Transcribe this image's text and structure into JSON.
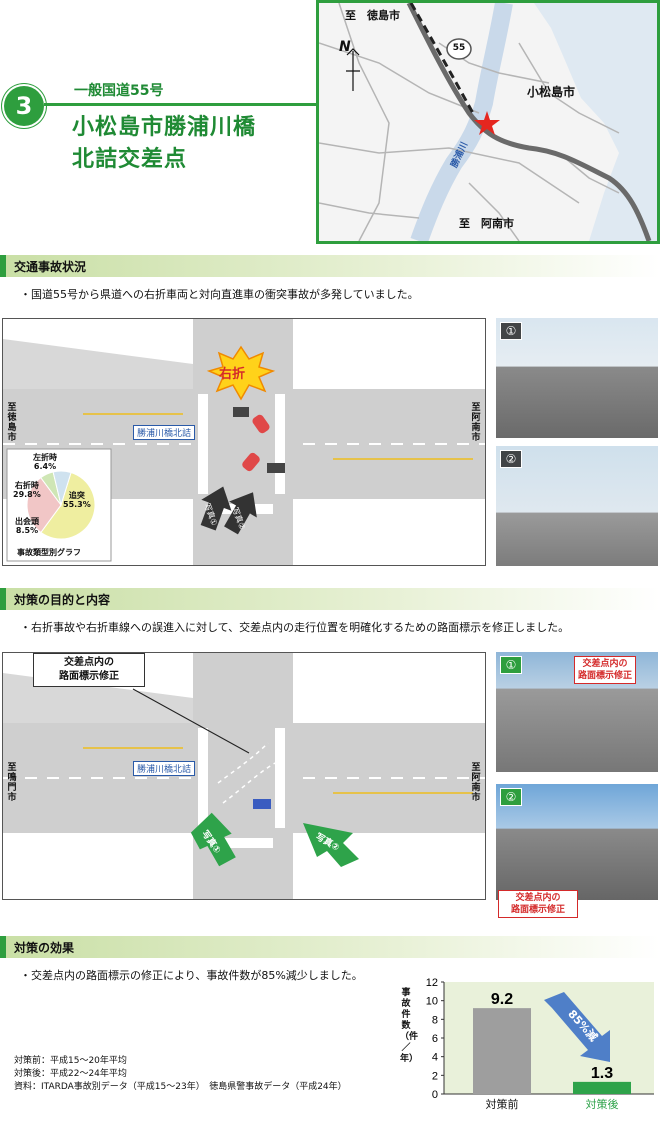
{
  "header": {
    "number": "3",
    "route": "一般国道55号",
    "place_line1": "小松島市勝浦川橋",
    "place_line2": "北詰交差点"
  },
  "map": {
    "to_north": "至　徳島市",
    "to_south": "至　阿南市",
    "city": "小松島市",
    "river": "勝浦川",
    "route_shield": "55",
    "north_mark": "N"
  },
  "sections": {
    "situation": "交通事故状況",
    "measures": "対策の目的と内容",
    "effect": "対策の効果"
  },
  "situation": {
    "text": "・国道55号から県道への右折車両と対向直進車の衝突事故が多発していました。",
    "right_turn_burst": "右折",
    "intersection_sign": "勝浦川橋北詰",
    "to_left": "至徳島市",
    "to_right": "至阿南市",
    "photo_arrow_1": "写真①",
    "photo_arrow_2": "写真②",
    "photo_1": "①",
    "photo_2": "②",
    "pie_caption": "事故類型別グラフ",
    "pie_legend": [
      {
        "label": "左折時",
        "value": "6.4%"
      },
      {
        "label": "右折時",
        "value": "29.8%"
      },
      {
        "label": "追突",
        "value": "55.3%"
      },
      {
        "label": "出会頭",
        "value": "8.5%"
      }
    ]
  },
  "measures": {
    "text": "・右折事故や右折車線への誤進入に対して、交差点内の走行位置を明確化するための路面標示を修正しました。",
    "callout": "交差点内の\n路面標示修正",
    "callout_line1": "交差点内の",
    "callout_line2": "路面標示修正",
    "intersection_sign": "勝浦川橋北詰",
    "to_left": "至鳴門市",
    "to_right": "至阿南市",
    "photo_arrow_1": "写真①",
    "photo_arrow_2": "写真②",
    "photo_1": "①",
    "photo_2": "②",
    "photo_callout_1a": "交差点内の",
    "photo_callout_1b": "路面標示修正",
    "photo_callout_2a": "交差点内の",
    "photo_callout_2b": "路面標示修正"
  },
  "effect": {
    "text": "・交差点内の路面標示の修正により、事故件数が85%減少しました。",
    "note_before": "対策前：平成15～20年平均",
    "note_after": "対策後：平成22～24年平均",
    "note_source": "資料：ITARDA事故別データ（平成15～23年）　徳島県警事故データ（平成24年）",
    "reduction": "85%減",
    "ylabel": "事故件数（件／年）"
  },
  "colors": {
    "green": "#2e9e3e",
    "red_callout": "#d42a2a",
    "bar_before": "#9e9e9e",
    "bar_after": "#2ea34a",
    "arrow_blue": "#4f7fc8",
    "pie_yellow": "#efeea0",
    "pie_pink": "#f1c6c6",
    "pie_green": "#cfe6b5",
    "pie_blue": "#cfe2ef"
  },
  "chart_data": [
    {
      "type": "bar",
      "categories": [
        "対策前",
        "対策後"
      ],
      "values": [
        9.2,
        1.3
      ],
      "ylabel": "事故件数（件／年）",
      "ylim": [
        0,
        12
      ],
      "yticks": [
        0,
        2,
        4,
        6,
        8,
        10,
        12
      ],
      "data_labels": [
        "9.2",
        "1.3"
      ],
      "annotation": "85%減"
    },
    {
      "type": "pie",
      "title": "事故類型別グラフ",
      "categories": [
        "追突",
        "右折時",
        "左折時",
        "出会頭"
      ],
      "values": [
        55.3,
        29.8,
        6.4,
        8.5
      ],
      "value_labels": [
        "55.3%",
        "29.8%",
        "6.4%",
        "8.5%"
      ]
    }
  ]
}
